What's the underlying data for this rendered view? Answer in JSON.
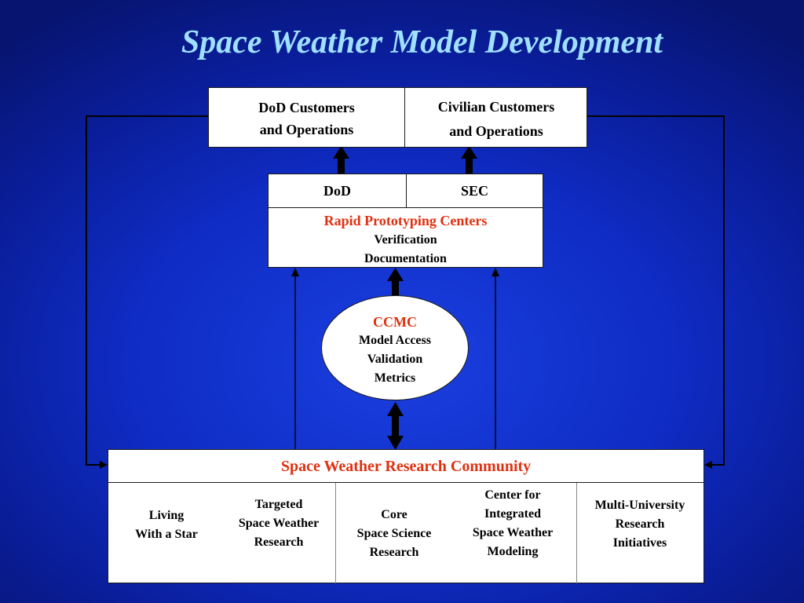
{
  "slide": {
    "title": "Space Weather Model Development"
  },
  "customers": {
    "dod": [
      "DoD Customers",
      "and Operations"
    ],
    "civilian": [
      "Civilian Customers",
      "and Operations"
    ]
  },
  "prototyping": {
    "dod_label": "DoD",
    "sec_label": "SEC",
    "heading": "Rapid Prototyping Centers",
    "lines": [
      "Verification",
      "Documentation"
    ]
  },
  "ccmc": {
    "heading": "CCMC",
    "lines": [
      "Model Access",
      "Validation",
      "Metrics"
    ]
  },
  "community": {
    "heading": "Space Weather Research Community",
    "programs": [
      {
        "lines": [
          "Living",
          "With a Star"
        ]
      },
      {
        "lines": [
          "Targeted",
          "Space Weather",
          "Research"
        ]
      },
      {
        "lines": [
          "Core",
          "Space Science",
          "Research"
        ]
      },
      {
        "lines": [
          "Center for",
          "Integrated",
          "Space Weather",
          "Modeling"
        ]
      },
      {
        "lines": [
          "Multi-University",
          "Research",
          "Initiatives"
        ]
      }
    ]
  },
  "colors": {
    "title": "#9fe0ff",
    "accent_red": "#e03010",
    "background": "#0f2cc4"
  }
}
